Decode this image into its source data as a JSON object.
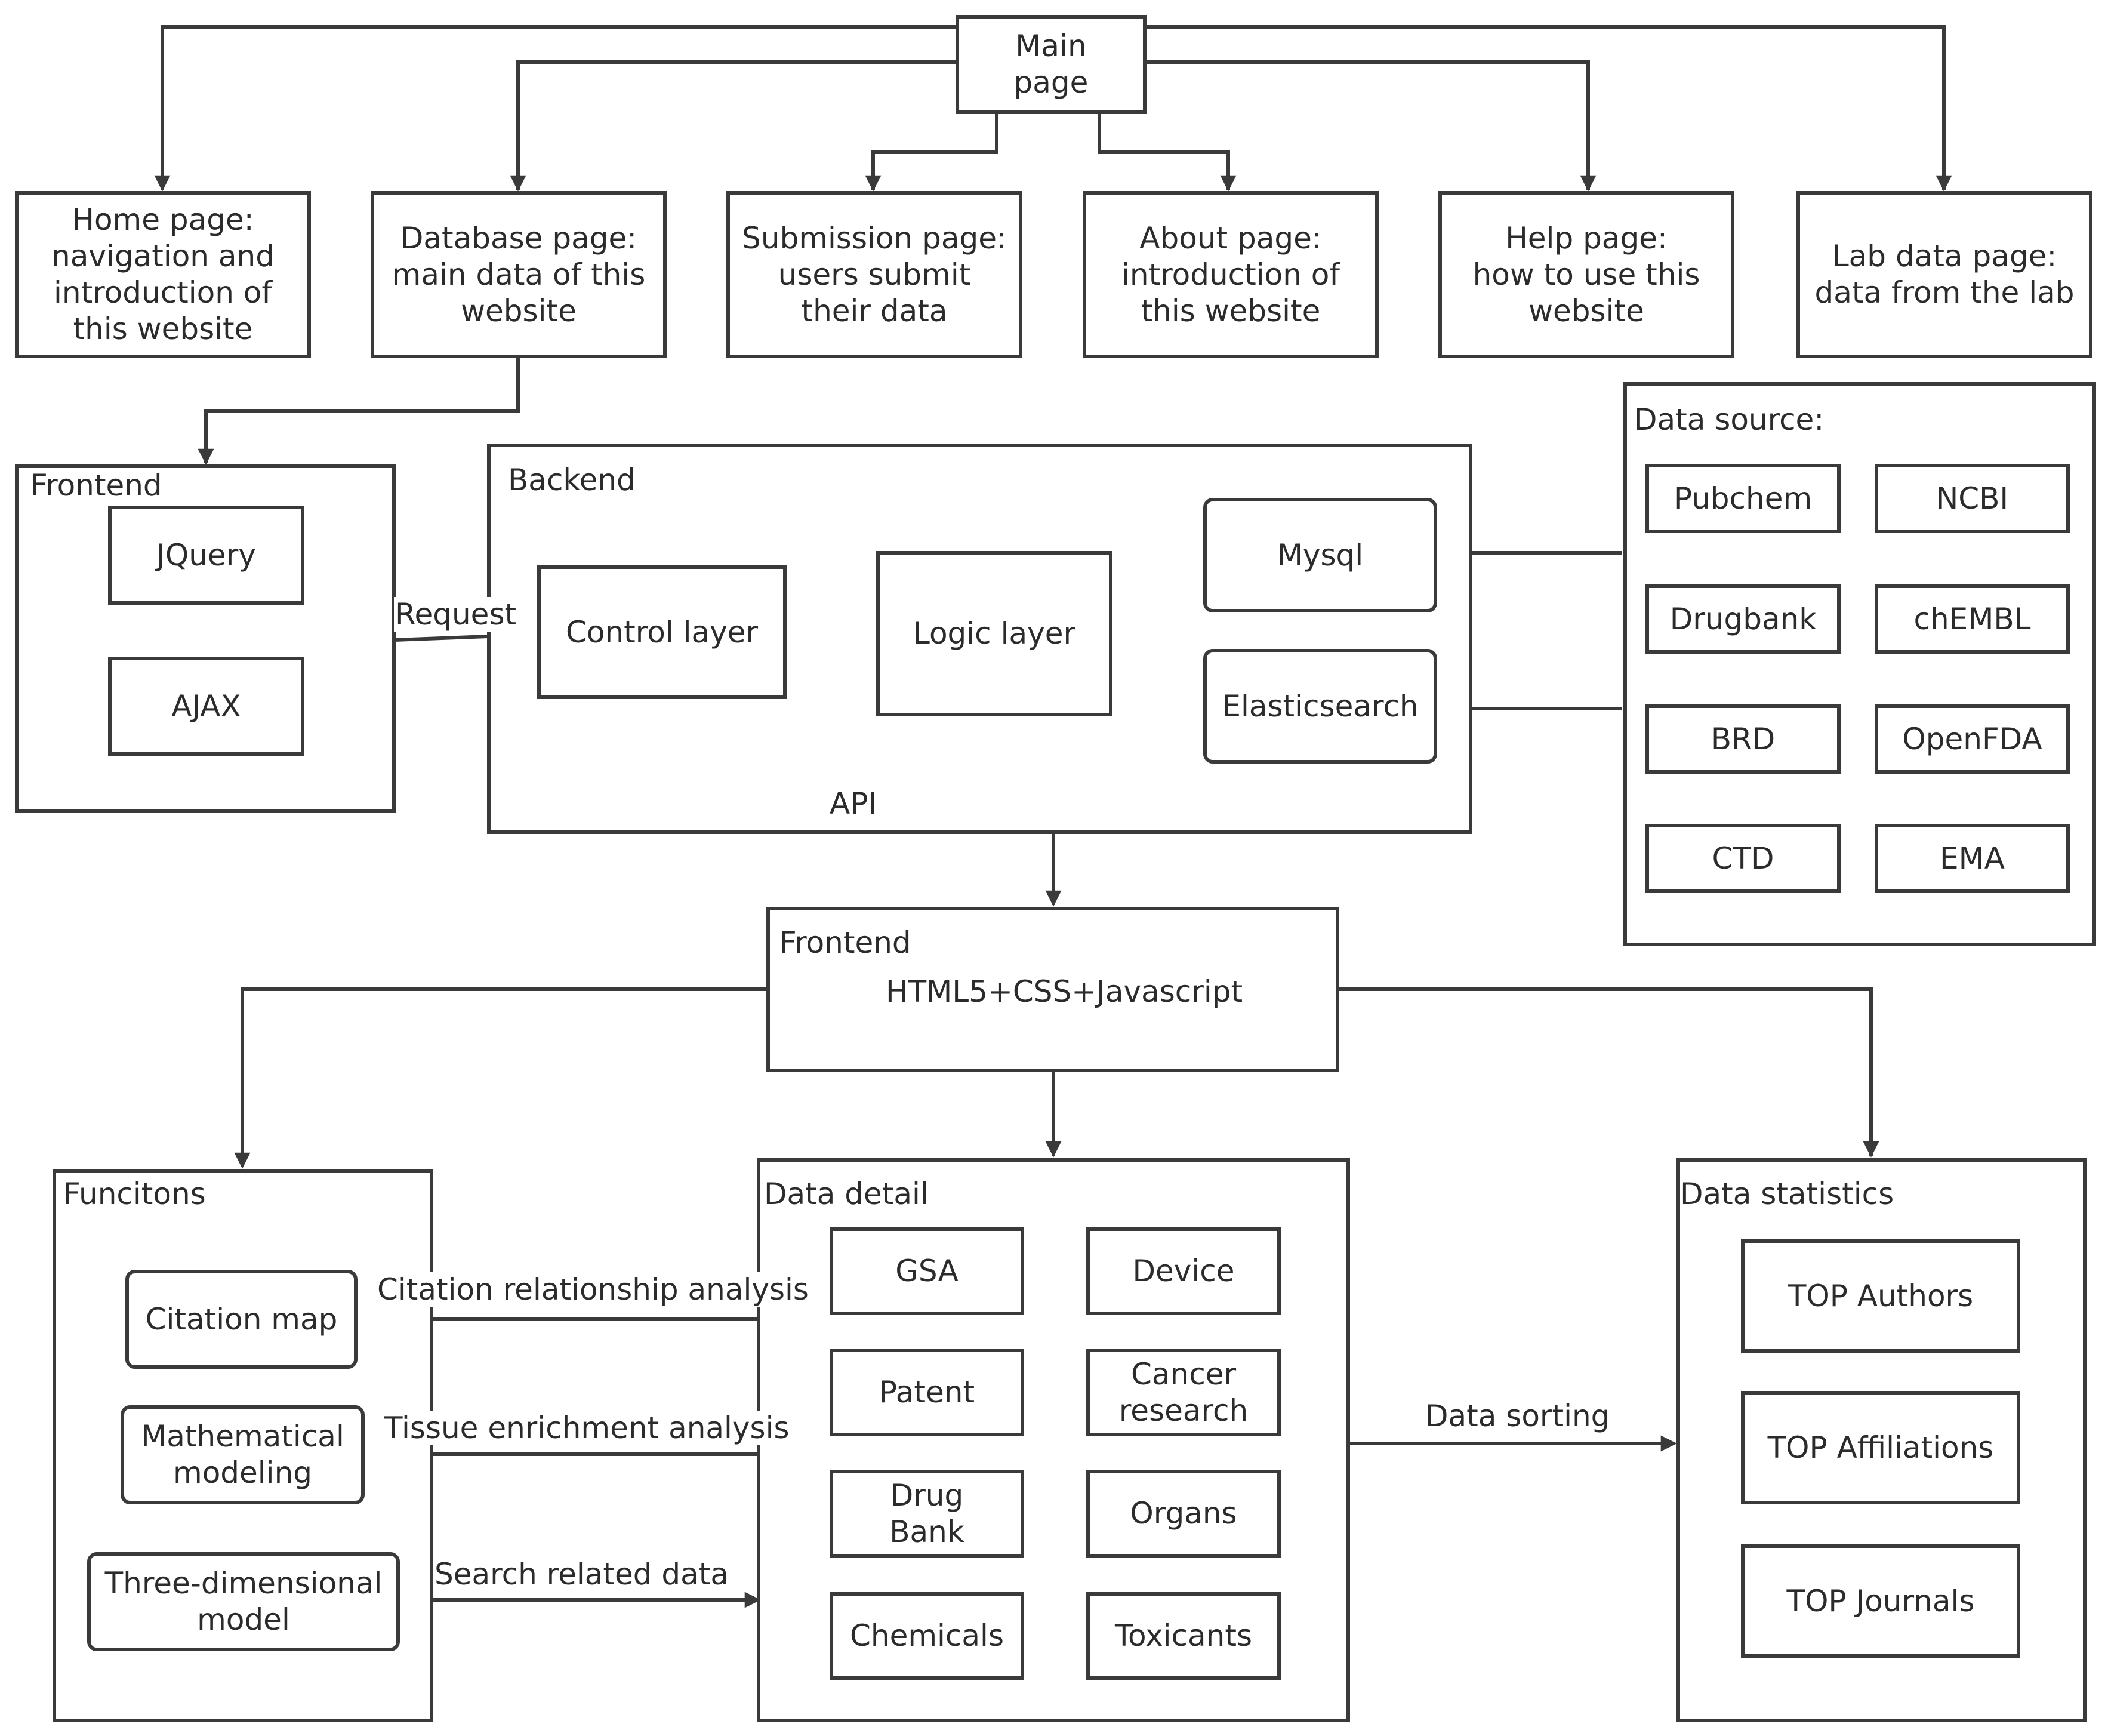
{
  "main": "Main\npage",
  "pages": {
    "home": "Home page:\nnavigation and\nintroduction of\nthis website",
    "database": "Database page:\nmain data of this\nwebsite",
    "submission": "Submission page:\nusers submit\ntheir data",
    "about": "About page:\nintroduction of\nthis website",
    "help": "Help page:\nhow to use this\nwebsite",
    "lab": "Lab data page:\ndata from the lab"
  },
  "frontend_top": {
    "title": "Frontend",
    "items": [
      "JQuery",
      "AJAX"
    ]
  },
  "backend": {
    "title": "Backend",
    "control": "Control layer",
    "logic": "Logic layer",
    "mysql": "Mysql",
    "es": "Elasticsearch"
  },
  "datasource": {
    "title": "Data source:",
    "items": [
      "Pubchem",
      "NCBI",
      "Drugbank",
      "chEMBL",
      "BRD",
      "OpenFDA",
      "CTD",
      "EMA"
    ]
  },
  "edges": {
    "request": "Request",
    "api": "API",
    "citation": "Citation relationship analysis",
    "tissue": "Tissue enrichment analysis",
    "search": "Search related data",
    "sorting": "Data sorting"
  },
  "frontend_mid": {
    "title": "Frontend",
    "tech": "HTML5+CSS+Javascript"
  },
  "functions": {
    "title": "Funcitons",
    "items": [
      "Citation map",
      "Mathematical\nmodeling",
      "Three-dimensional\nmodel"
    ]
  },
  "detail": {
    "title": "Data detail",
    "items": [
      "GSA",
      "Device",
      "Patent",
      "Cancer\nresearch",
      "Drug\nBank",
      "Organs",
      "Chemicals",
      "Toxicants"
    ]
  },
  "stats": {
    "title": "Data statistics",
    "items": [
      "TOP Authors",
      "TOP Affiliations",
      "TOP Journals"
    ]
  }
}
